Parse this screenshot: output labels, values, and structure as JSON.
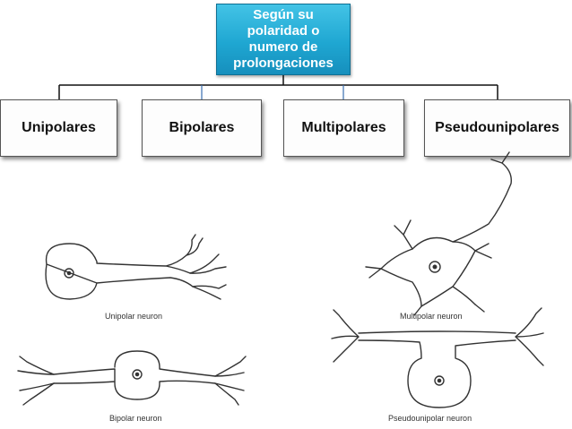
{
  "diagram": {
    "root": {
      "label": "Según su polaridad o numero de prolongaciones"
    },
    "children": [
      {
        "label": "Unipolares"
      },
      {
        "label": "Bipolares"
      },
      {
        "label": "Multipolares"
      },
      {
        "label": "Pseudounipolares"
      }
    ],
    "figure_captions": {
      "unipolar": "Unipolar neuron",
      "bipolar": "Bipolar neuron",
      "multipolar": "Multipolar neuron",
      "pseudounipolar": "Pseudounipolar neuron"
    }
  },
  "colors": {
    "root_fill": "#1fa7d2",
    "root_text": "#ffffff",
    "child_border": "#555555",
    "connector": "#111111",
    "connector_accent": "#3a6fb0"
  },
  "connections": [
    {
      "from": "root",
      "to": "Unipolares"
    },
    {
      "from": "root",
      "to": "Bipolares"
    },
    {
      "from": "root",
      "to": "Multipolares"
    },
    {
      "from": "root",
      "to": "Pseudounipolares"
    }
  ]
}
